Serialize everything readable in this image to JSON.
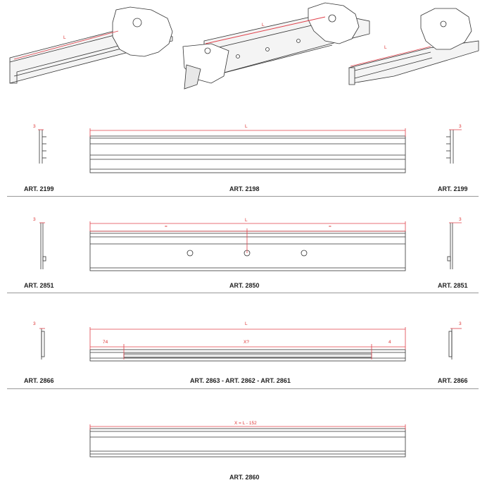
{
  "colors": {
    "line": "#333333",
    "dim": "#e0404a",
    "separator": "#999999",
    "fill": "#f4f4f4"
  },
  "top": {
    "dim_label_1": "L",
    "dim_label_2": "L",
    "dim_label_3": "L"
  },
  "rows": [
    {
      "left_article": "ART. 2199",
      "center_article": "ART. 2198",
      "right_article": "ART. 2199",
      "left_dim": "3",
      "length_dim": "L",
      "right_dim": "3"
    },
    {
      "left_article": "ART. 2851",
      "center_article": "ART. 2850",
      "right_article": "ART. 2851",
      "left_dim": "3",
      "length_dim": "L",
      "right_dim": "3",
      "half_left": "=",
      "half_right": "="
    },
    {
      "left_article": "ART. 2866",
      "center_article": "ART. 2863 - ART. 2862 - ART. 2861",
      "right_article": "ART. 2866",
      "left_dim": "3",
      "length_dim": "L",
      "right_dim": "3",
      "seg_left": "74",
      "seg_mid": "X?",
      "seg_right": "4"
    },
    {
      "center_article": "ART. 2860",
      "length_dim": "X = L - 152"
    }
  ]
}
